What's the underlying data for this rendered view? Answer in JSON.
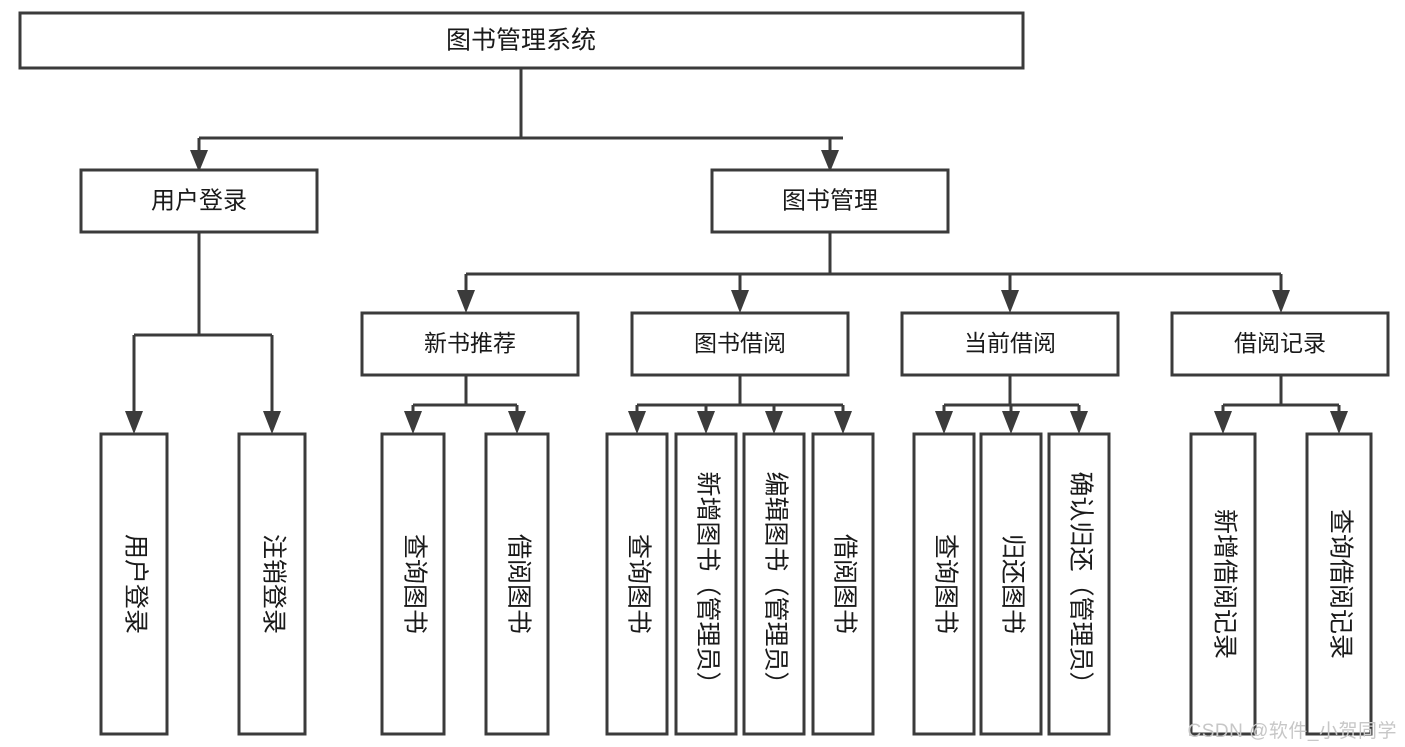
{
  "diagram": {
    "type": "tree",
    "title": "图书管理系统",
    "orientation": "top-down",
    "colors": {
      "box_stroke": "#3b3b3b",
      "box_fill": "#ffffff",
      "text": "#1a1a1a",
      "connector": "#3b3b3b",
      "watermark": "#c7c7c7",
      "background": "#ffffff"
    },
    "root": {
      "label": "图书管理系统"
    },
    "level1": [
      {
        "label": "用户登录"
      },
      {
        "label": "图书管理"
      }
    ],
    "level2": [
      {
        "label": "新书推荐",
        "parent": "图书管理"
      },
      {
        "label": "图书借阅",
        "parent": "图书管理"
      },
      {
        "label": "当前借阅",
        "parent": "图书管理"
      },
      {
        "label": "借阅记录",
        "parent": "图书管理"
      }
    ],
    "leaves_user_login": [
      {
        "label": "用户登录"
      },
      {
        "label": "注销登录"
      }
    ],
    "leaves_new_book": [
      {
        "label": "查询图书"
      },
      {
        "label": "借阅图书"
      }
    ],
    "leaves_borrow": [
      {
        "label": "查询图书"
      },
      {
        "label": "新增图书（管理员）"
      },
      {
        "label": "编辑图书（管理员）"
      },
      {
        "label": "借阅图书"
      }
    ],
    "leaves_current": [
      {
        "label": "查询图书"
      },
      {
        "label": "归还图书"
      },
      {
        "label": "确认归还（管理员）"
      }
    ],
    "leaves_record": [
      {
        "label": "新增借阅记录"
      },
      {
        "label": "查询借阅记录"
      }
    ]
  },
  "watermark": {
    "text": "CSDN @软件_小贺同学"
  }
}
